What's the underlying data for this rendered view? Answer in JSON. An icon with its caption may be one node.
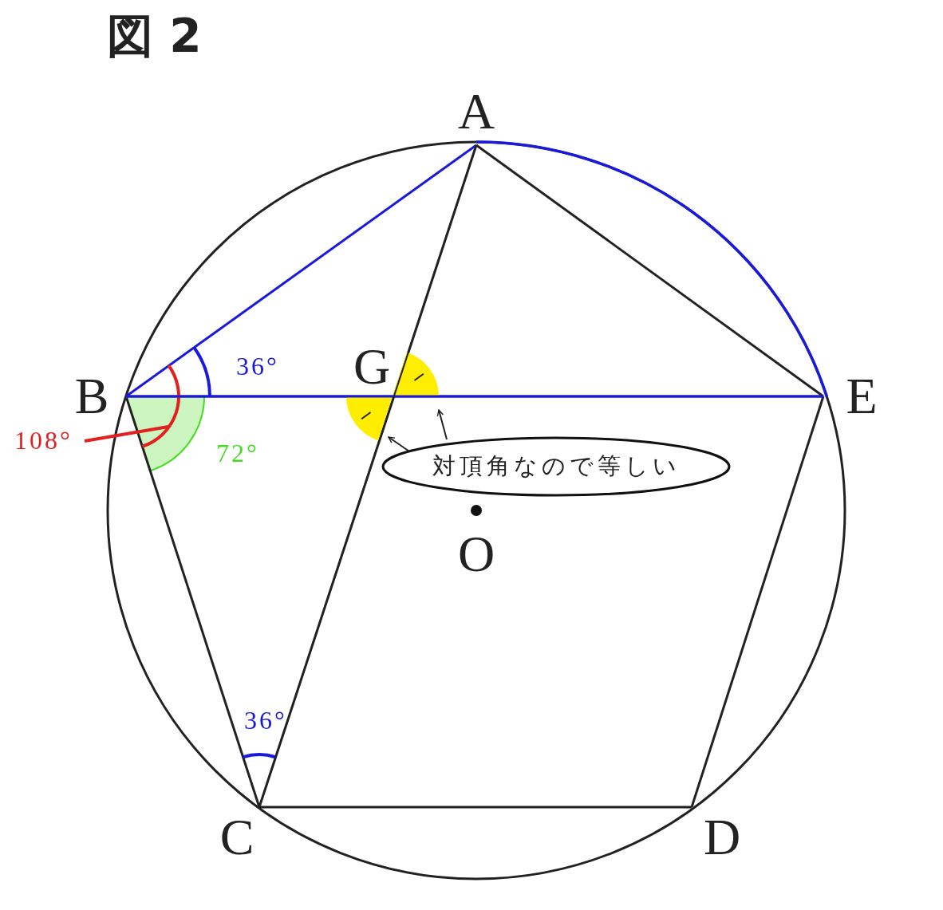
{
  "diagram": {
    "title": "図 2",
    "nodes": [
      {
        "text": [
          "対頂角なので等しい"
        ]
      },
      {
        "text": [],
        "shape": "sector"
      },
      {
        "text": [],
        "shape": "sector"
      },
      {
        "text": [
          "108°"
        ]
      },
      {
        "text": [],
        "shape": "arc"
      }
    ],
    "edges": [
      {
        "from": 0,
        "to": 1,
        "arrow": "to"
      },
      {
        "from": 0,
        "to": 2,
        "arrow": "to"
      },
      {
        "from": 3,
        "to": 4,
        "arrow": "none",
        "style": "thick",
        "color": "#e32020"
      }
    ],
    "labels": [
      "A",
      "36°",
      "G",
      "B",
      "E",
      "72°",
      "O",
      "36°",
      "C",
      "D"
    ]
  }
}
